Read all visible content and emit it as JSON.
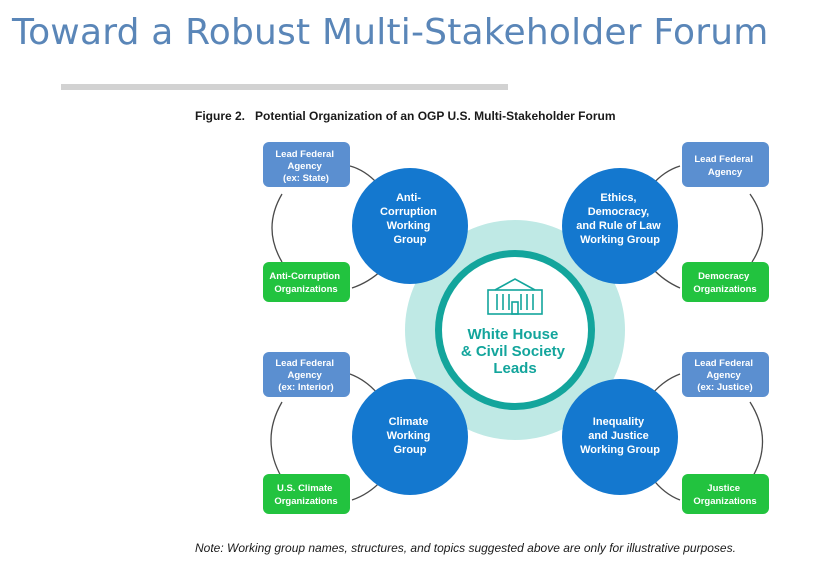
{
  "slide_title": "Toward a Robust Multi-Stakeholder Forum",
  "figure": {
    "number": "Figure 2.",
    "caption": "Potential Organization of an OGP U.S. Multi-Stakeholder Forum"
  },
  "center": {
    "lines": [
      "White House",
      "& Civil Society",
      "Leads"
    ],
    "icon": "white-house-icon"
  },
  "working_groups": [
    {
      "id": "anti-corruption",
      "lines": [
        "Anti-",
        "Corruption",
        "Working",
        "Group"
      ],
      "lead_lines": [
        "Lead Federal",
        "Agency",
        "(ex: State)"
      ],
      "org_lines": [
        "Anti-Corruption",
        "Organizations"
      ]
    },
    {
      "id": "ethics",
      "lines": [
        "Ethics,",
        "Democracy,",
        "and Rule of Law",
        "Working Group"
      ],
      "lead_lines": [
        "Lead Federal",
        "Agency"
      ],
      "org_lines": [
        "Democracy",
        "Organizations"
      ]
    },
    {
      "id": "climate",
      "lines": [
        "Climate",
        "Working",
        "Group"
      ],
      "lead_lines": [
        "Lead Federal",
        "Agency",
        "(ex: Interior)"
      ],
      "org_lines": [
        "U.S. Climate",
        "Organizations"
      ]
    },
    {
      "id": "inequality",
      "lines": [
        "Inequality",
        "and Justice",
        "Working Group"
      ],
      "lead_lines": [
        "Lead Federal",
        "Agency",
        "(ex: Justice)"
      ],
      "org_lines": [
        "Justice",
        "Organizations"
      ]
    }
  ],
  "note": "Note: Working group names, structures, and topics suggested above are only for illustrative purposes.",
  "colors": {
    "title": "#5a86b8",
    "lead_box": "#5b8fd0",
    "org_box": "#22c33f",
    "working_group": "#1478cf",
    "halo": "#bfe9e5",
    "center_ring": "#13a59c",
    "connector": "#4a4a4a"
  }
}
